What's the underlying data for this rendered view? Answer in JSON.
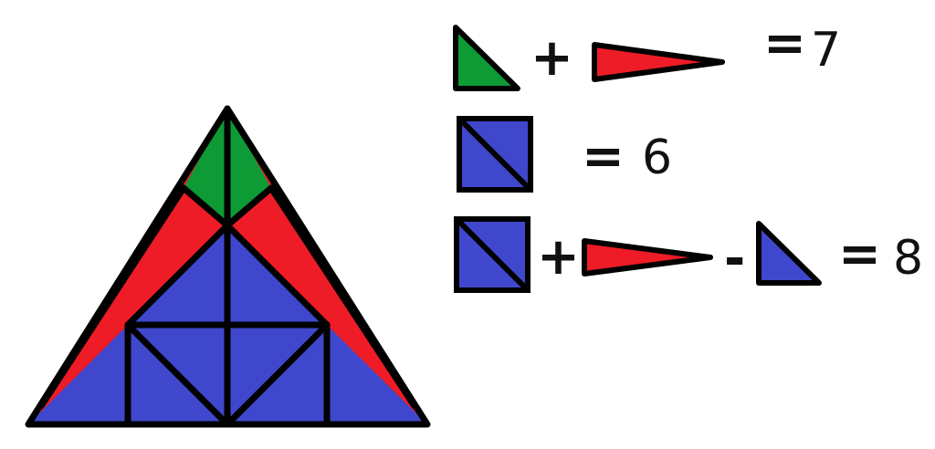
{
  "colors": {
    "green": "#0e9a35",
    "red": "#ee1c26",
    "blue": "#3f48cc",
    "outline": "#000000"
  },
  "equations": [
    {
      "terms": [
        "green-triangle",
        "red-spike"
      ],
      "operators": [
        "+"
      ],
      "result": "7"
    },
    {
      "terms": [
        "blue-square"
      ],
      "operators": [],
      "result": "6"
    },
    {
      "terms": [
        "blue-square",
        "red-spike",
        "blue-triangle"
      ],
      "operators": [
        "+",
        "-"
      ],
      "result": "8"
    }
  ]
}
